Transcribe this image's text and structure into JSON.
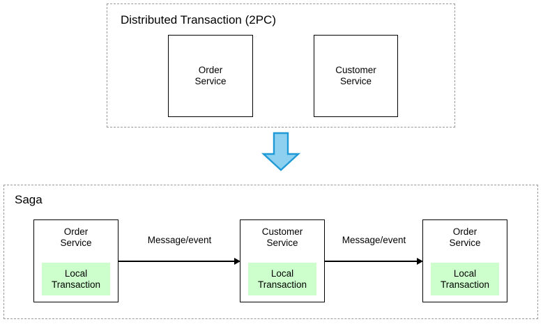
{
  "diagram": {
    "title_visible": false,
    "background": "#ffffff",
    "accent_arrow_fill": "#8ed0f0",
    "accent_arrow_stroke": "#1f9ad6",
    "local_transaction_fill": "#ccffcc",
    "group_border_color": "#9a9a9a",
    "box_border_color": "#000000"
  },
  "groups": [
    {
      "id": "distributed-transaction",
      "title": "Distributed Transaction (2PC)",
      "services": [
        {
          "label": "Order\nService"
        },
        {
          "label": "Customer\nService"
        }
      ]
    },
    {
      "id": "saga",
      "title": "Saga",
      "services": [
        {
          "label": "Order\nService",
          "local_transaction": "Local\nTransaction"
        },
        {
          "label": "Customer\nService",
          "local_transaction": "Local\nTransaction"
        },
        {
          "label": "Order\nService",
          "local_transaction": "Local\nTransaction"
        }
      ],
      "connectors": [
        {
          "label": "Message/event"
        },
        {
          "label": "Message/event"
        }
      ]
    }
  ],
  "transition": {
    "icon": "down-arrow-icon",
    "label": ""
  }
}
